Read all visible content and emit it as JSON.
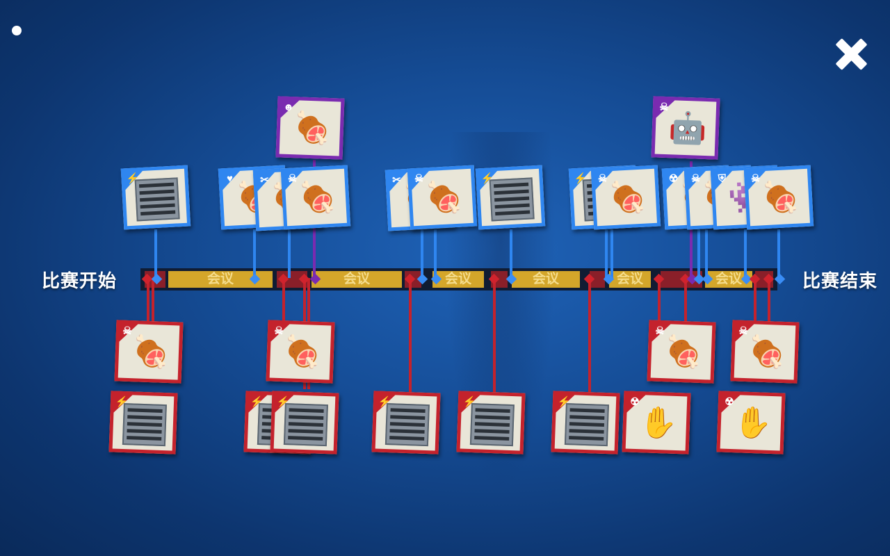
{
  "screen": {
    "start_label": "比赛开始",
    "end_label": "比赛结束",
    "meeting_label": "会议",
    "close_icon": "close-icon",
    "menu_dot_icon": "menu-dot-icon"
  },
  "colors": {
    "crew": "#2f86f0",
    "impostor": "#c4222c",
    "highlight": "#7a2bb0",
    "meeting": "#d4a62a"
  },
  "timeline": {
    "segments": [
      "会议",
      "会议",
      "会议",
      "会议",
      "会议",
      "会议"
    ]
  },
  "events": {
    "top_row": [
      {
        "icon": "lightning-icon",
        "art": "admin-panel"
      },
      {
        "icon": "heart-badge-icon",
        "art": "dead-body"
      },
      {
        "icon": "knife-icon",
        "art": "dead-body"
      },
      {
        "icon": "skull-icon",
        "art": "dead-body"
      },
      {
        "icon": "knife-icon",
        "art": "dead-body"
      },
      {
        "icon": "skull-icon",
        "art": "dead-body"
      },
      {
        "icon": "lightning-icon",
        "art": "admin-panel"
      },
      {
        "icon": "lightning-icon",
        "art": "admin-panel"
      },
      {
        "icon": "skull-icon",
        "art": "dead-body"
      },
      {
        "icon": "radiation-icon",
        "art": "dead-body"
      },
      {
        "icon": "skull-icon",
        "art": "dead-body"
      },
      {
        "icon": "shield-icon",
        "art": "crewmate"
      },
      {
        "icon": "skull-icon",
        "art": "dead-body"
      }
    ],
    "purple_row": [
      {
        "icon": "monster-icon",
        "art": "dead-body"
      },
      {
        "icon": "crossbones-icon",
        "art": "robot"
      }
    ],
    "bottom_row_top": [
      {
        "icon": "skull-icon",
        "art": "dead-body"
      },
      {
        "icon": "skull-icon",
        "art": "dead-body"
      },
      {
        "icon": "skull-icon",
        "art": "dead-body"
      },
      {
        "icon": "skull-icon",
        "art": "dead-body"
      }
    ],
    "bottom_row_bottom": [
      {
        "icon": "lightning-icon",
        "art": "admin-panel"
      },
      {
        "icon": "lightning-icon",
        "art": "admin-panel"
      },
      {
        "icon": "lightning-icon",
        "art": "admin-panel"
      },
      {
        "icon": "lightning-icon",
        "art": "admin-panel"
      },
      {
        "icon": "lightning-icon",
        "art": "admin-panel"
      },
      {
        "icon": "lightning-icon",
        "art": "admin-panel"
      },
      {
        "icon": "radiation-icon",
        "art": "stop-hand"
      },
      {
        "icon": "radiation-icon",
        "art": "stop-hand"
      }
    ]
  }
}
